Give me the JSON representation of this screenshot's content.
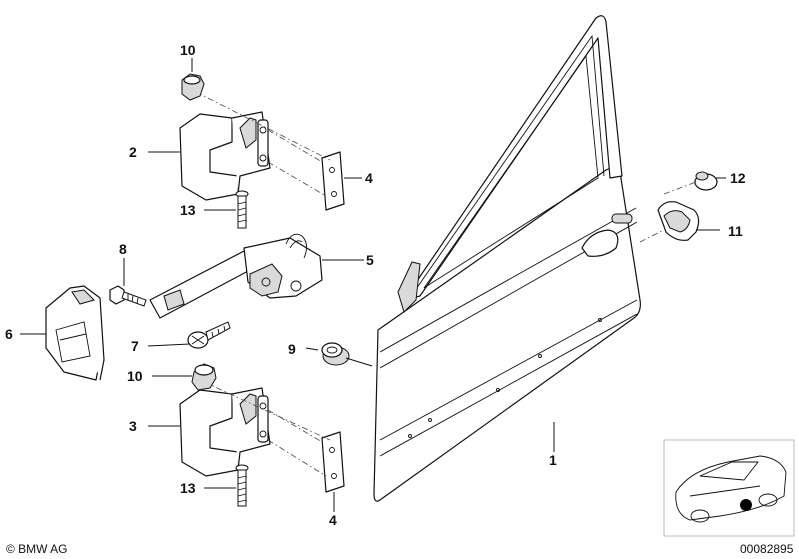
{
  "callouts": {
    "c1": "1",
    "c2": "2",
    "c3": "3",
    "c4a": "4",
    "c4b": "4",
    "c5": "5",
    "c6": "6",
    "c7": "7",
    "c8": "8",
    "c9": "9",
    "c10a": "10",
    "c10b": "10",
    "c11": "11",
    "c12": "12",
    "c13a": "13",
    "c13b": "13"
  },
  "footer": {
    "copyright": "© BMW AG",
    "diagram_number": "00082895"
  },
  "colors": {
    "line": "#111111",
    "shade": "#d9d9d9",
    "marker": "#000000"
  }
}
